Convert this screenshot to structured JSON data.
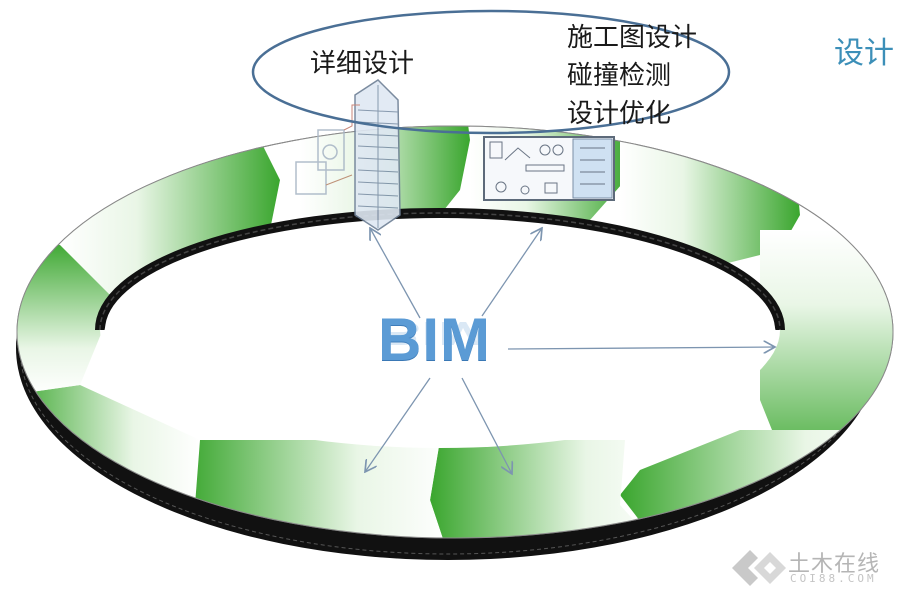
{
  "diagram": {
    "title_right": "设计",
    "center_label": "BIM",
    "bubble": {
      "left_item": "详细设计",
      "right_items": [
        "施工图设计",
        "碰撞检测",
        "设计优化"
      ]
    },
    "ring": {
      "segment_count": 10,
      "segment_color_dark": "#3aa62e",
      "segment_color_light": "#ffffff",
      "rim_color": "#111111"
    },
    "arrow_color": "#7d95b0",
    "bubble_stroke": "#4a6f95",
    "watermark": {
      "text": "土木在线",
      "subtext": "COI88.COM"
    }
  }
}
